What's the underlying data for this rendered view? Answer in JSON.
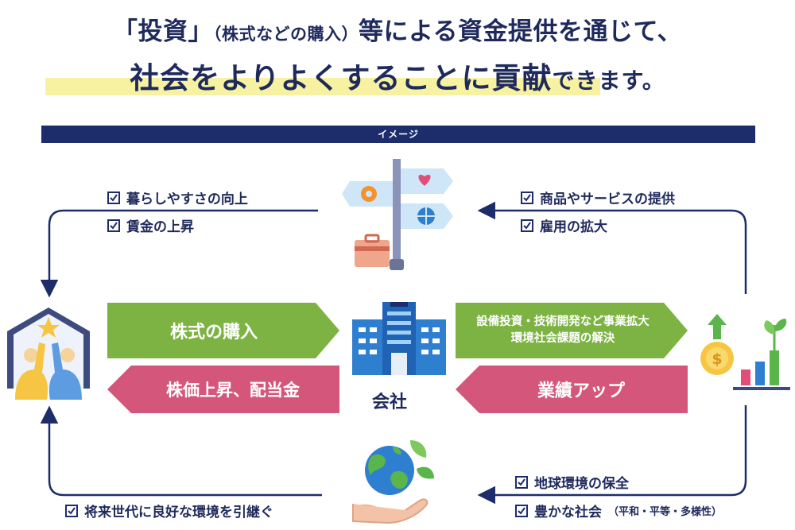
{
  "headline": {
    "line1_prefix": "「投資」",
    "line1_paren": "（株式などの購入）",
    "line1_suffix": "等による資金提供を通じて、",
    "line2_main": "社会をよりよくすることに貢献",
    "line2_tail": "できます。"
  },
  "banner": "イメージ",
  "top_left_checks": [
    "暮らしやすさの向上",
    "賃金の上昇"
  ],
  "top_right_checks": [
    "商品やサービスの提供",
    "雇用の拡大"
  ],
  "bottom_right_checks": [
    {
      "main": "地球環境の保全",
      "sub": ""
    },
    {
      "main": "豊かな社会",
      "sub": "（平和・平等・多様性）"
    }
  ],
  "bottom_left_checks": [
    "将来世代に良好な環境を引継ぐ"
  ],
  "arrows": {
    "buy_stock": "株式の購入",
    "returns": "株価上昇、配当金",
    "investment_line1": "設備投資・技術開発など事業拡大",
    "investment_line2": "環境社会課題の解決",
    "performance": "業績アップ"
  },
  "company_label": "会社",
  "colors": {
    "navy": "#1d2d6b",
    "green": "#7cb342",
    "pink": "#d4577b",
    "highlight": "#f7f1a2"
  },
  "icons": {
    "people": "people-highfive-icon",
    "signpost": "signpost-icon",
    "company": "office-building-icon",
    "growth": "money-growth-chart-icon",
    "earth": "earth-in-hand-icon",
    "checkbox": "checkbox-icon"
  }
}
